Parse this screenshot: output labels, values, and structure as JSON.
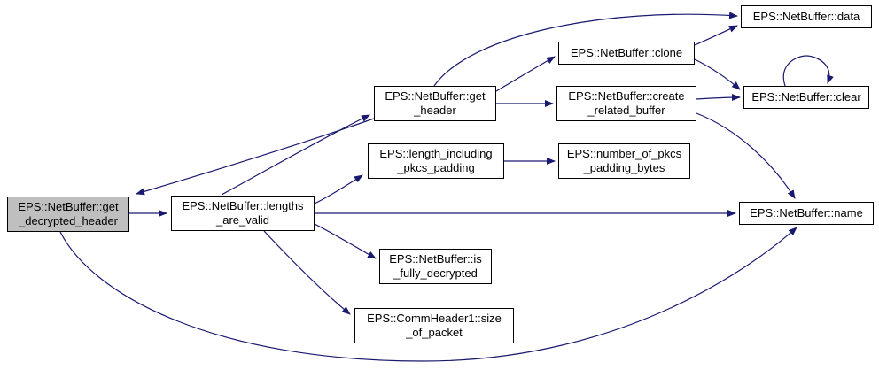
{
  "diagram": {
    "type": "call-graph",
    "background_color": "#ffffff",
    "edge_color": "#191970",
    "node_border_color": "#000000",
    "node_fill_color": "#ffffff",
    "root_fill_color": "#bfbfbf",
    "nodes": [
      {
        "id": "get_decrypted_header",
        "label": "EPS::NetBuffer::get\n_decrypted_header",
        "root": true
      },
      {
        "id": "lengths_are_valid",
        "label": "EPS::NetBuffer::lengths\n_are_valid"
      },
      {
        "id": "get_header",
        "label": "EPS::NetBuffer::get\n_header"
      },
      {
        "id": "length_including_pkcs_padding",
        "label": "EPS::length_including\n_pkcs_padding"
      },
      {
        "id": "is_fully_decrypted",
        "label": "EPS::NetBuffer::is\n_fully_decrypted"
      },
      {
        "id": "size_of_packet",
        "label": "EPS::CommHeader1::size\n_of_packet"
      },
      {
        "id": "clone",
        "label": "EPS::NetBuffer::clone"
      },
      {
        "id": "create_related_buffer",
        "label": "EPS::NetBuffer::create\n_related_buffer"
      },
      {
        "id": "number_of_pkcs_padding_bytes",
        "label": "EPS::number_of_pkcs\n_padding_bytes"
      },
      {
        "id": "data",
        "label": "EPS::NetBuffer::data"
      },
      {
        "id": "clear",
        "label": "EPS::NetBuffer::clear"
      },
      {
        "id": "name",
        "label": "EPS::NetBuffer::name"
      }
    ],
    "edges": [
      {
        "from": "get_decrypted_header",
        "to": "lengths_are_valid"
      },
      {
        "from": "lengths_are_valid",
        "to": "get_header"
      },
      {
        "from": "get_header",
        "to": "get_decrypted_header"
      },
      {
        "from": "get_decrypted_header",
        "to": "name"
      },
      {
        "from": "lengths_are_valid",
        "to": "length_including_pkcs_padding"
      },
      {
        "from": "lengths_are_valid",
        "to": "name"
      },
      {
        "from": "lengths_are_valid",
        "to": "is_fully_decrypted"
      },
      {
        "from": "lengths_are_valid",
        "to": "size_of_packet"
      },
      {
        "from": "length_including_pkcs_padding",
        "to": "number_of_pkcs_padding_bytes"
      },
      {
        "from": "get_header",
        "to": "data"
      },
      {
        "from": "get_header",
        "to": "clone"
      },
      {
        "from": "get_header",
        "to": "create_related_buffer"
      },
      {
        "from": "clone",
        "to": "clear"
      },
      {
        "from": "clone",
        "to": "data"
      },
      {
        "from": "create_related_buffer",
        "to": "clear"
      },
      {
        "from": "create_related_buffer",
        "to": "name"
      },
      {
        "from": "clear",
        "to": "clear"
      }
    ]
  }
}
